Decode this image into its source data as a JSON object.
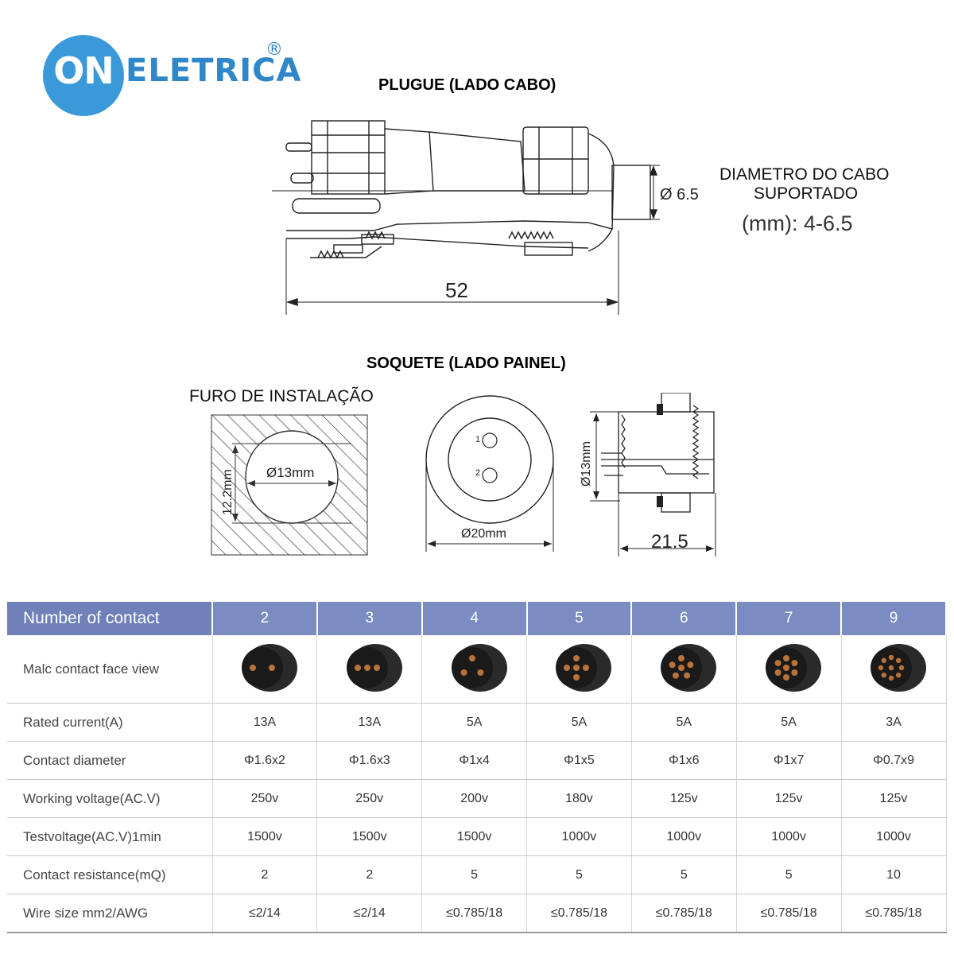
{
  "logo": {
    "on": "ON",
    "word": "ELETRICA",
    "reg": "®"
  },
  "plug": {
    "heading": "PLUGUE (LADO CABO)",
    "dim_length": "52",
    "dim_diameter": "Ø 6.5",
    "note_line1": "DIAMETRO DO CABO",
    "note_line2": "SUPORTADO",
    "note_line3": "(mm): 4-6.5"
  },
  "socket": {
    "heading": "SOQUETE (LADO PAINEL)",
    "hole_label": "FURO DE INSTALAÇÃO",
    "hole_diameter": "Ø13mm",
    "hole_flat": "12.2mm",
    "face_pin1": "1",
    "face_pin2": "2",
    "face_diameter": "Ø20mm",
    "side_diameter": "Ø13mm",
    "side_length": "21.5"
  },
  "table": {
    "header_label": "Number of contact",
    "columns": [
      "2",
      "3",
      "4",
      "5",
      "6",
      "7",
      "9"
    ],
    "pin_counts": [
      2,
      3,
      4,
      5,
      6,
      7,
      9
    ],
    "rows": [
      {
        "label": "Malc contact face view",
        "values": [
          "",
          "",
          "",
          "",
          "",
          "",
          ""
        ]
      },
      {
        "label": "Rated current(A)",
        "values": [
          "13A",
          "13A",
          "5A",
          "5A",
          "5A",
          "5A",
          "3A"
        ]
      },
      {
        "label": "Contact diameter",
        "values": [
          "Φ1.6x2",
          "Φ1.6x3",
          "Φ1x4",
          "Φ1x5",
          "Φ1x6",
          "Φ1x7",
          "Φ0.7x9"
        ]
      },
      {
        "label": "Working voltage(AC.V)",
        "values": [
          "250v",
          "250v",
          "200v",
          "180v",
          "125v",
          "125v",
          "125v"
        ]
      },
      {
        "label": "Testvoltage(AC.V)1min",
        "values": [
          "1500v",
          "1500v",
          "1500v",
          "1000v",
          "1000v",
          "1000v",
          "1000v"
        ]
      },
      {
        "label": "Contact resistance(mQ)",
        "values": [
          "2",
          "2",
          "5",
          "5",
          "5",
          "5",
          "10"
        ]
      },
      {
        "label": "Wire size mm2/AWG",
        "values": [
          "≤2/14",
          "≤2/14",
          "≤0.785/18",
          "≤0.785/18",
          "≤0.785/18",
          "≤0.785/18",
          "≤0.785/18"
        ]
      }
    ]
  },
  "colors": {
    "brand_blue": "#3a9ad9",
    "table_header": "#7b8cc2",
    "pin_copper": "#b8733a"
  }
}
